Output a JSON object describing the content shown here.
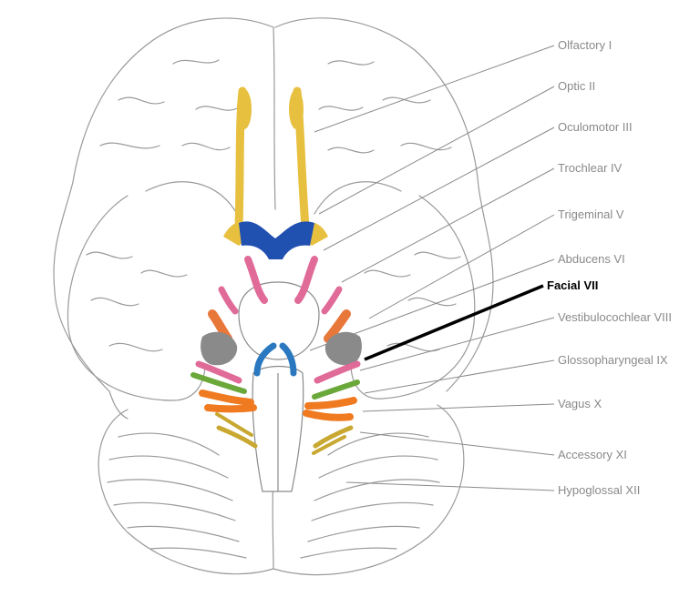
{
  "nerves": [
    {
      "id": "olfactory",
      "label": "Olfactory I",
      "highlighted": false
    },
    {
      "id": "optic",
      "label": "Optic II",
      "highlighted": false
    },
    {
      "id": "oculomotor",
      "label": "Oculomotor III",
      "highlighted": false
    },
    {
      "id": "trochlear",
      "label": "Trochlear IV",
      "highlighted": false
    },
    {
      "id": "trigeminal",
      "label": "Trigeminal V",
      "highlighted": false
    },
    {
      "id": "abducens",
      "label": "Abducens VI",
      "highlighted": false
    },
    {
      "id": "facial",
      "label": "Facial VII",
      "highlighted": true
    },
    {
      "id": "vestibulocochlear",
      "label": "Vestibulocochlear VIII",
      "highlighted": false
    },
    {
      "id": "glossopharyngeal",
      "label": "Glossopharyngeal IX",
      "highlighted": false
    },
    {
      "id": "vagus",
      "label": "Vagus X",
      "highlighted": false
    },
    {
      "id": "accessory",
      "label": "Accessory XI",
      "highlighted": false
    },
    {
      "id": "hypoglossal",
      "label": "Hypoglossal XII",
      "highlighted": false
    }
  ],
  "colors": {
    "sketch": "#9a9a9a",
    "olfactory": "#e8c040",
    "optic": "#2050b0",
    "oculomotor": "#e06a98",
    "trochlear": "#e06a98",
    "trigeminal": "#e8773a",
    "abducens": "#2a78c0",
    "facial": "#8a8a8a",
    "vestibulocochlear": "#e06a98",
    "glossopharyngeal": "#6aa83a",
    "vagus": "#f07a20",
    "accessory": "#c8a830",
    "hypoglossal": "#c8a830",
    "leader": "#8a8a8a",
    "leader_highlight": "#000000"
  }
}
